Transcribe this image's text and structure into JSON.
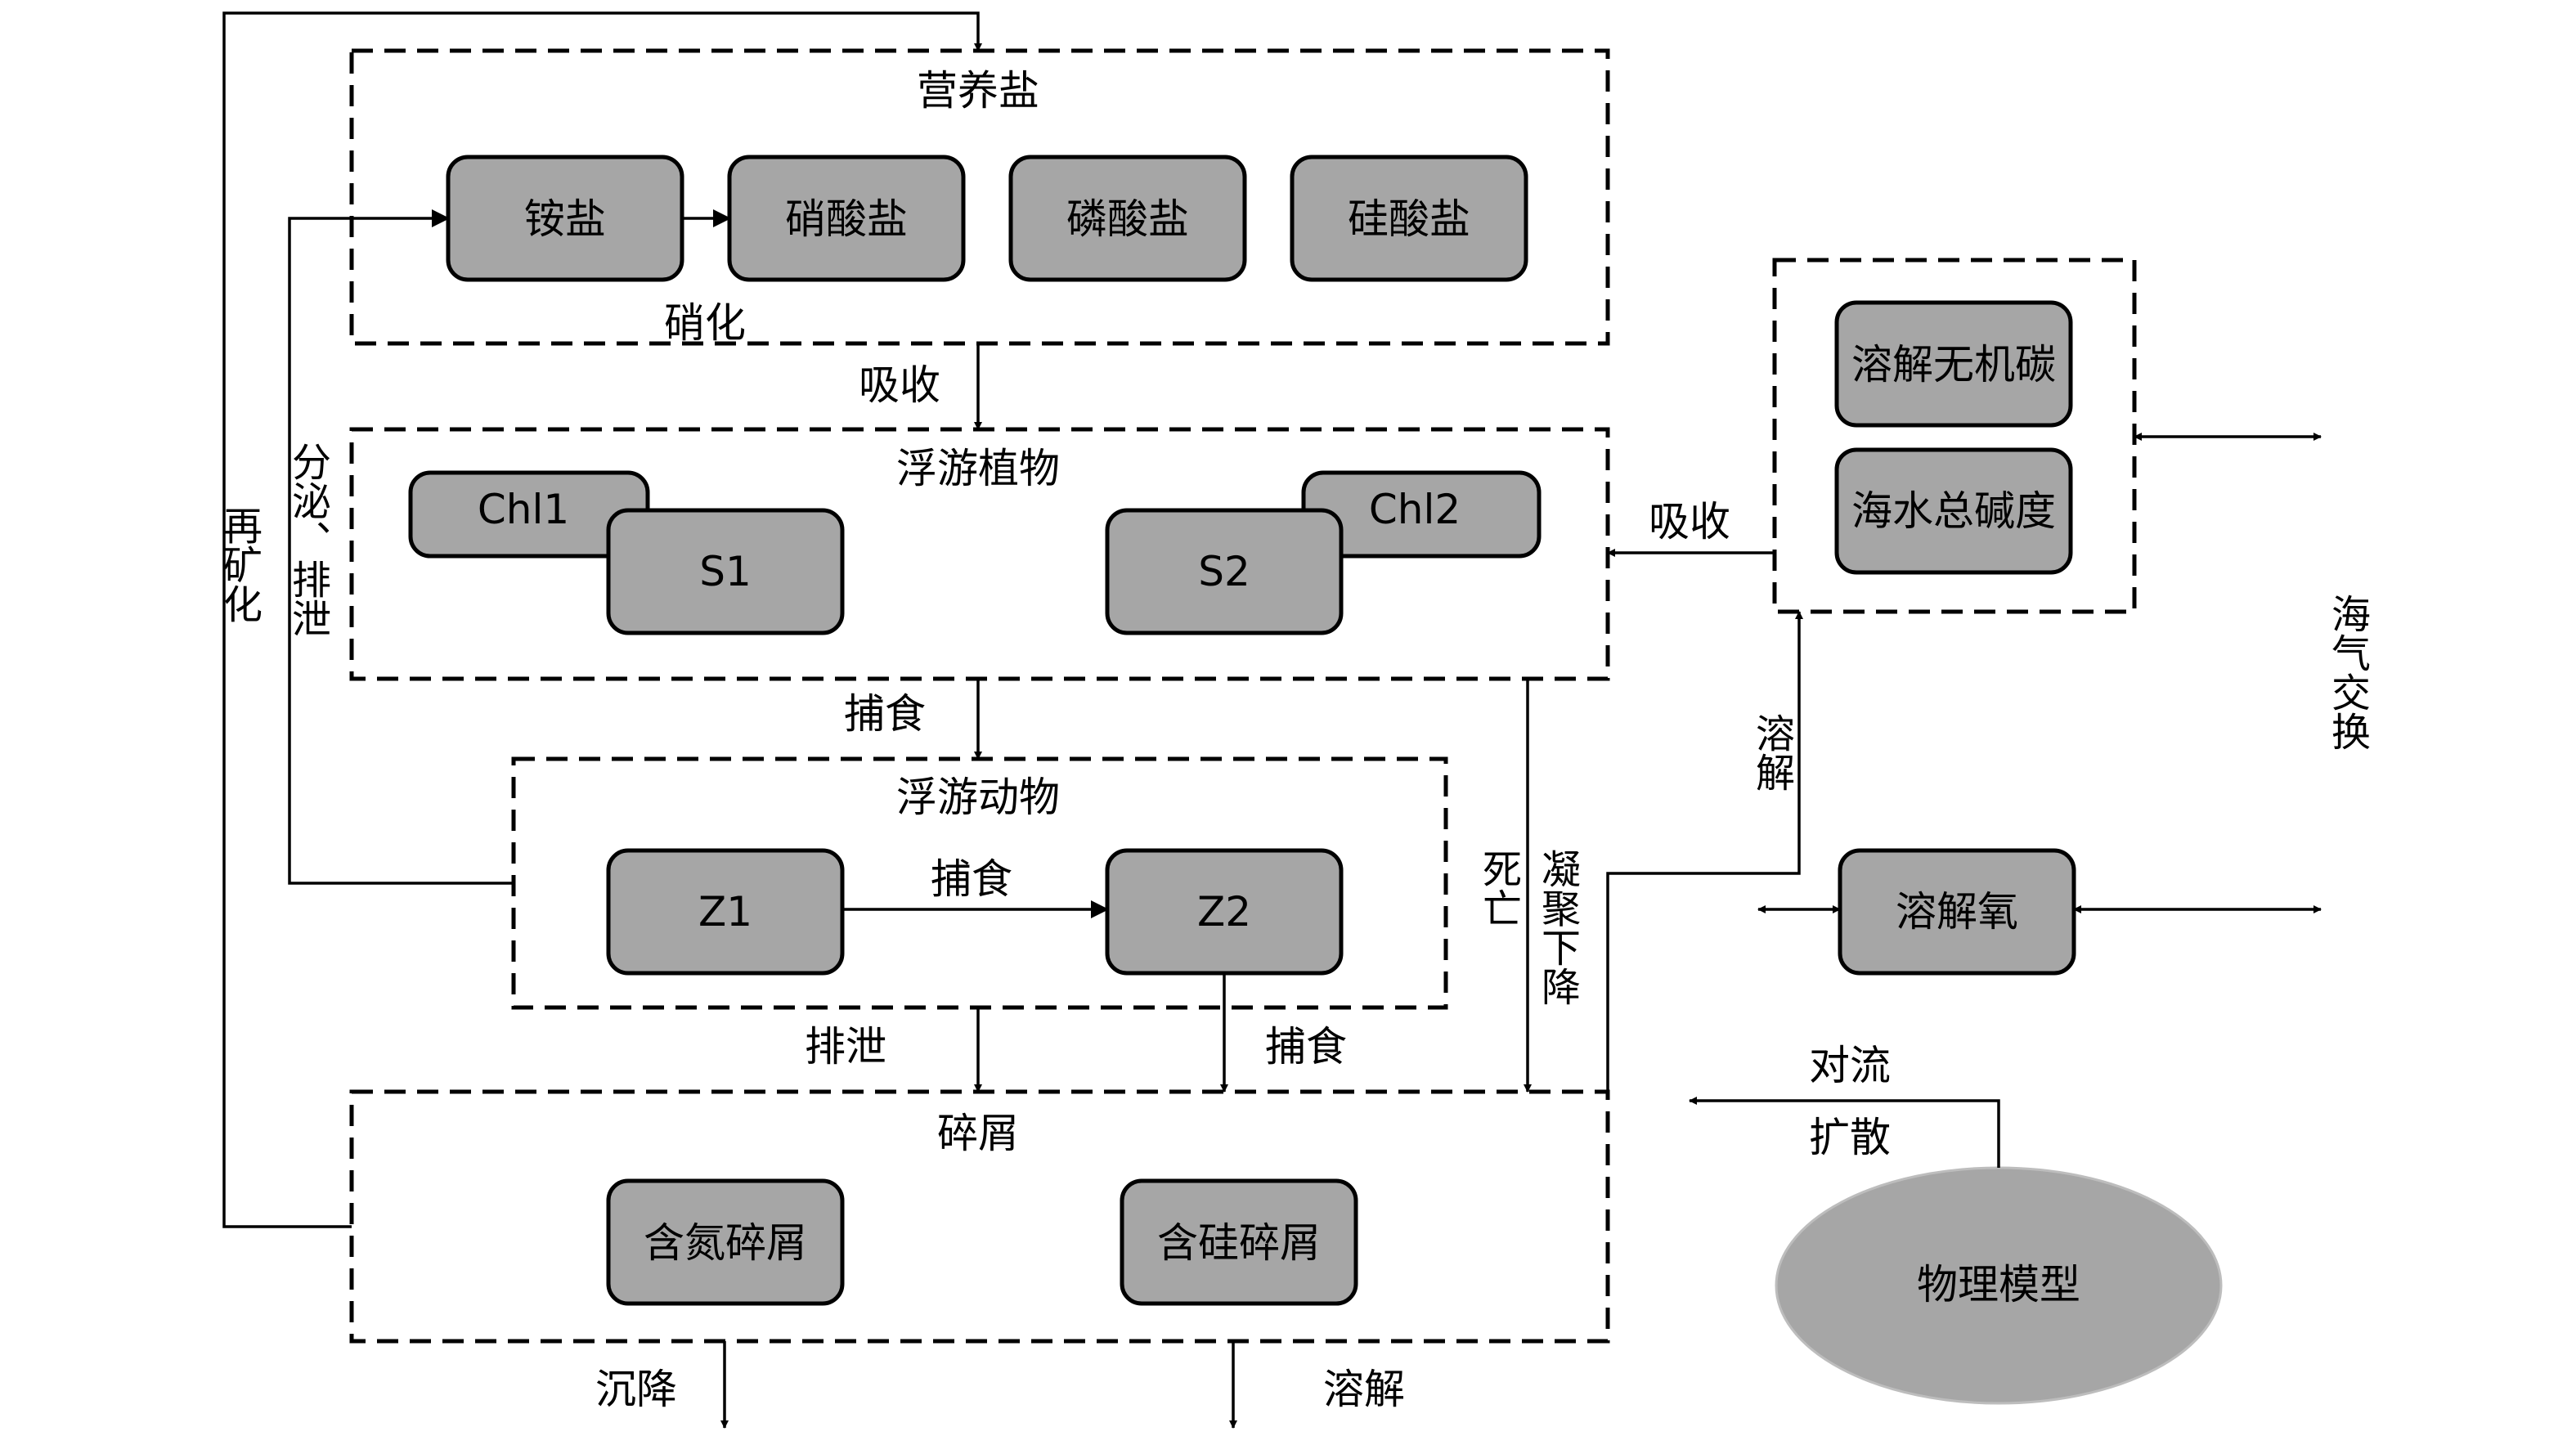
{
  "groups": {
    "nutrients": {
      "title": "营养盐",
      "ammonium": "铵盐",
      "nitrate": "硝酸盐",
      "phosphate": "磷酸盐",
      "silicate": "硅酸盐"
    },
    "phytoplankton": {
      "title": "浮游植物",
      "chl1": "Chl1",
      "s1": "S1",
      "chl2": "Chl2",
      "s2": "S2"
    },
    "zooplankton": {
      "title": "浮游动物",
      "z1": "Z1",
      "z2": "Z2"
    },
    "detritus": {
      "title": "碎屑",
      "nitrogen": "含氮碎屑",
      "silicon": "含硅碎屑"
    },
    "carbonate": {
      "dic": "溶解无机碳",
      "alkalinity": "海水总碱度"
    }
  },
  "oxygen": "溶解氧",
  "physical_model": "物理模型",
  "labels": {
    "nitrification": "硝化",
    "uptake_nutrients": "吸收",
    "uptake_carbon": "吸收",
    "grazing_phyto": "捕食",
    "grazing_z1z2": "捕食",
    "grazing_z2": "捕食",
    "excretion_zoo": "排泄",
    "secretion": "分泌、排泄",
    "remineralization": "再矿化",
    "death": "死亡",
    "aggregation": "凝聚下降",
    "dissolution_carbon": "溶解",
    "dissolution_bottom": "溶解",
    "sinking": "沉降",
    "air_sea": "海气交换",
    "convection": "对流",
    "diffusion": "扩散"
  }
}
